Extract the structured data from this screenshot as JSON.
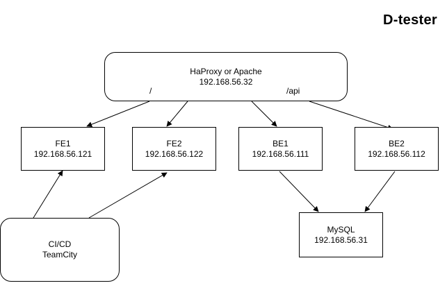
{
  "title": "D-tester",
  "nodes": {
    "proxy": {
      "name": "HaProxy or Apache",
      "ip": "192.168.56.32"
    },
    "fe1": {
      "name": "FE1",
      "ip": "192.168.56.121"
    },
    "fe2": {
      "name": "FE2",
      "ip": "192.168.56.122"
    },
    "be1": {
      "name": "BE1",
      "ip": "192.168.56.111"
    },
    "be2": {
      "name": "BE2",
      "ip": "192.168.56.112"
    },
    "mysql": {
      "name": "MySQL",
      "ip": "192.168.56.31"
    },
    "cicd": {
      "name": "CI/CD",
      "ip": "TeamCity"
    }
  },
  "routes": {
    "frontend": "/",
    "api": "/api"
  },
  "colors": {
    "stroke": "#000000",
    "fill": "#ffffff"
  }
}
